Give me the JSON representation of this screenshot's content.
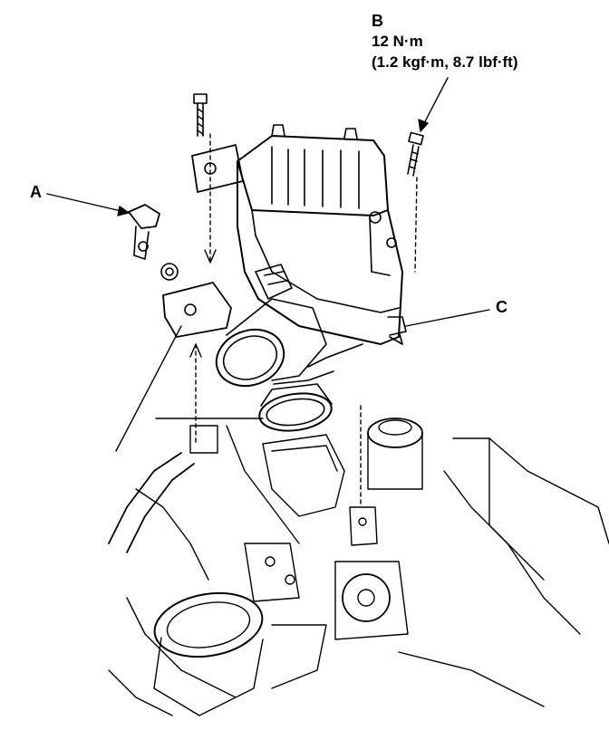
{
  "callouts": {
    "a": {
      "letter": "A"
    },
    "b": {
      "letter": "B",
      "torque_nm": "12 N·m",
      "torque_alt": "(1.2 kgf·m, 8.7 lbf·ft)"
    },
    "c": {
      "letter": "C"
    }
  },
  "colors": {
    "ink": "#000000",
    "paper": "#ffffff"
  }
}
